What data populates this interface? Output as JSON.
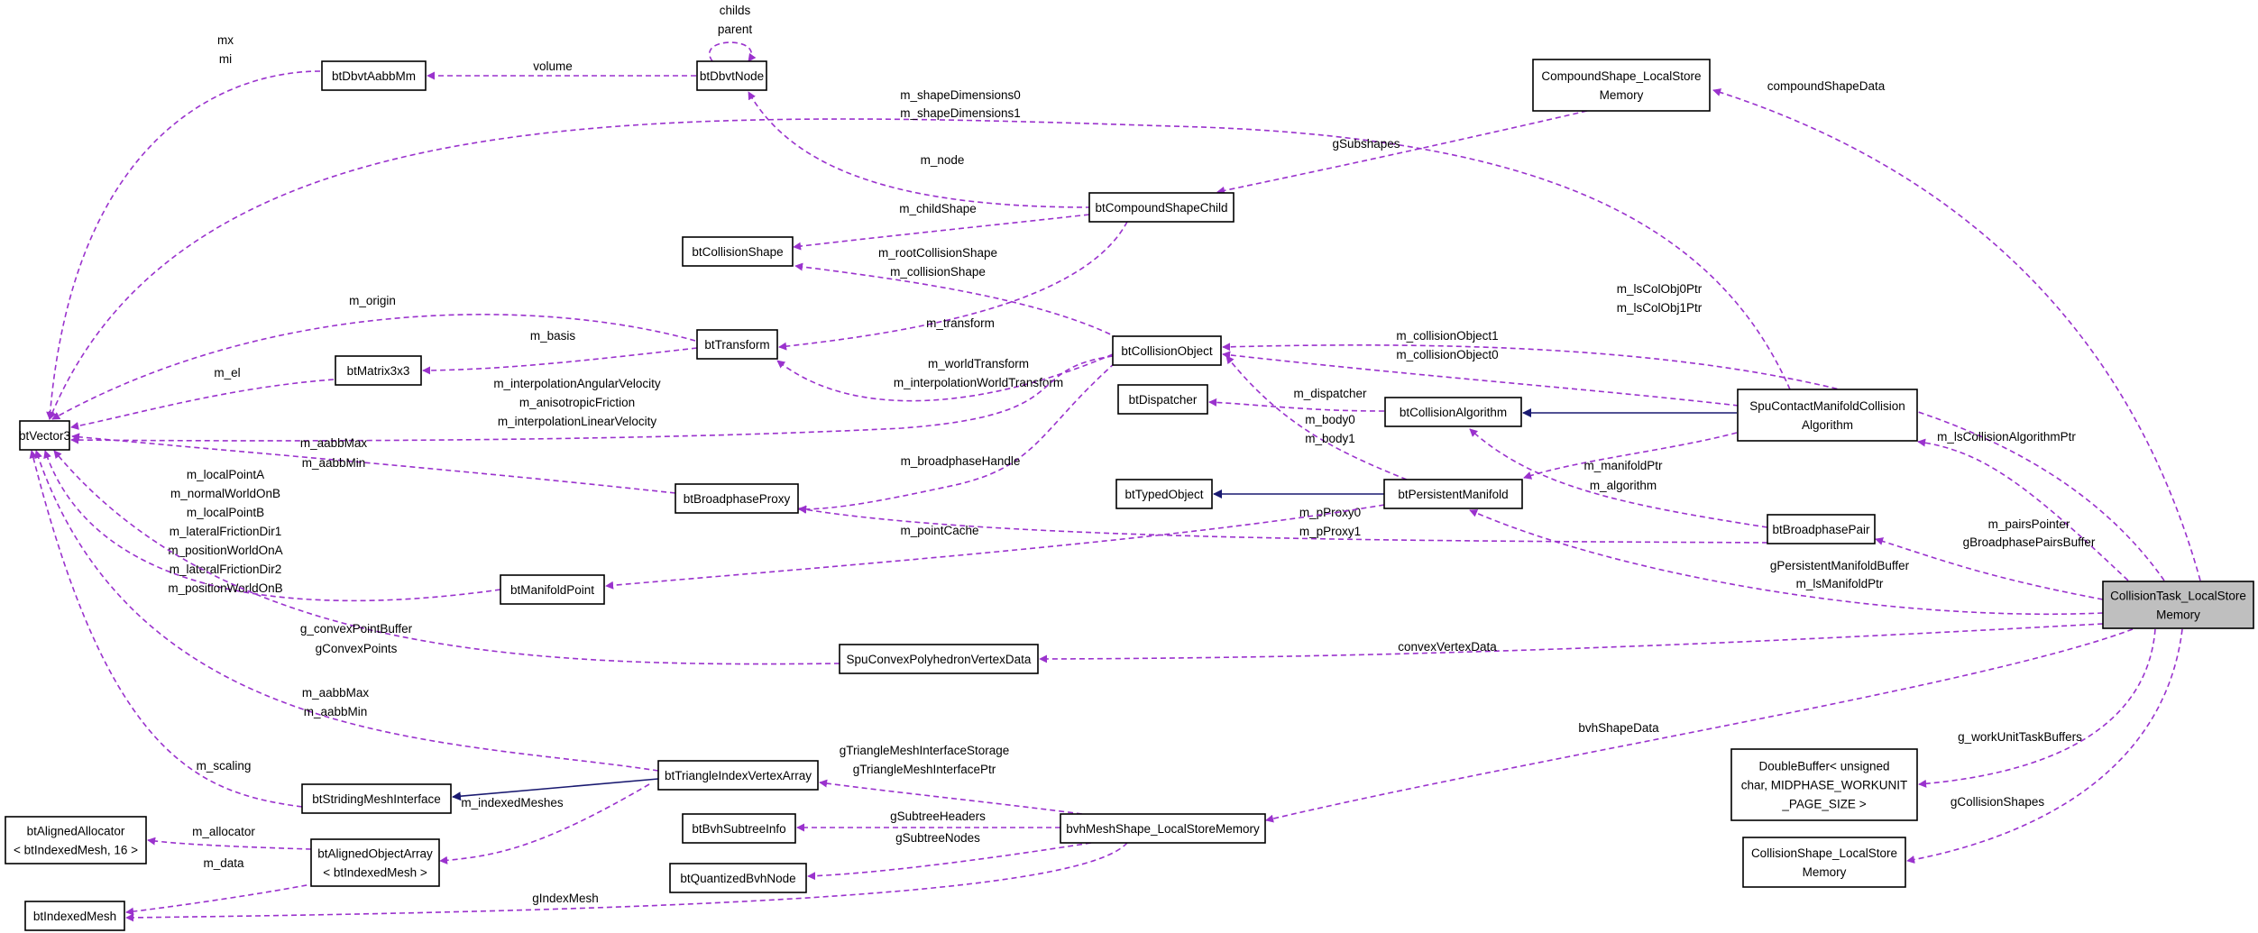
{
  "nodes": [
    {
      "id": "btVector3",
      "lines": [
        "btVector3"
      ]
    },
    {
      "id": "btDbvtAabbMm",
      "lines": [
        "btDbvtAabbMm"
      ]
    },
    {
      "id": "btDbvtNode",
      "lines": [
        "btDbvtNode"
      ]
    },
    {
      "id": "CompoundShape_LocalStoreMemory",
      "lines": [
        "CompoundShape_LocalStore",
        "Memory"
      ]
    },
    {
      "id": "btCompoundShapeChild",
      "lines": [
        "btCompoundShapeChild"
      ]
    },
    {
      "id": "btCollisionShape",
      "lines": [
        "btCollisionShape"
      ]
    },
    {
      "id": "btTransform",
      "lines": [
        "btTransform"
      ]
    },
    {
      "id": "btMatrix3x3",
      "lines": [
        "btMatrix3x3"
      ]
    },
    {
      "id": "btCollisionObject",
      "lines": [
        "btCollisionObject"
      ]
    },
    {
      "id": "btDispatcher",
      "lines": [
        "btDispatcher"
      ]
    },
    {
      "id": "btCollisionAlgorithm",
      "lines": [
        "btCollisionAlgorithm"
      ]
    },
    {
      "id": "SpuContactManifoldCollisionAlgorithm",
      "lines": [
        "SpuContactManifoldCollision",
        "Algorithm"
      ]
    },
    {
      "id": "btTypedObject",
      "lines": [
        "btTypedObject"
      ]
    },
    {
      "id": "btPersistentManifold",
      "lines": [
        "btPersistentManifold"
      ]
    },
    {
      "id": "btBroadphaseProxy",
      "lines": [
        "btBroadphaseProxy"
      ]
    },
    {
      "id": "btBroadphasePair",
      "lines": [
        "btBroadphasePair"
      ]
    },
    {
      "id": "btManifoldPoint",
      "lines": [
        "btManifoldPoint"
      ]
    },
    {
      "id": "CollisionTask_LocalStoreMemory",
      "lines": [
        "CollisionTask_LocalStore",
        "Memory"
      ]
    },
    {
      "id": "SpuConvexPolyhedronVertexData",
      "lines": [
        "SpuConvexPolyhedronVertexData"
      ]
    },
    {
      "id": "DoubleBuffer",
      "lines": [
        "DoubleBuffer< unsigned",
        "char, MIDPHASE_WORKUNIT",
        "_PAGE_SIZE >"
      ]
    },
    {
      "id": "CollisionShape_LocalStoreMemory",
      "lines": [
        "CollisionShape_LocalStore",
        "Memory"
      ]
    },
    {
      "id": "btStridingMeshInterface",
      "lines": [
        "btStridingMeshInterface"
      ]
    },
    {
      "id": "btTriangleIndexVertexArray",
      "lines": [
        "btTriangleIndexVertexArray"
      ]
    },
    {
      "id": "btAlignedAllocator",
      "lines": [
        "btAlignedAllocator",
        "< btIndexedMesh, 16 >"
      ]
    },
    {
      "id": "btAlignedObjectArray",
      "lines": [
        "btAlignedObjectArray",
        "< btIndexedMesh >"
      ]
    },
    {
      "id": "btBvhSubtreeInfo",
      "lines": [
        "btBvhSubtreeInfo"
      ]
    },
    {
      "id": "bvhMeshShape_LocalStoreMemory",
      "lines": [
        "bvhMeshShape_LocalStoreMemory"
      ]
    },
    {
      "id": "btQuantizedBvhNode",
      "lines": [
        "btQuantizedBvhNode"
      ]
    },
    {
      "id": "btIndexedMesh",
      "lines": [
        "btIndexedMesh"
      ]
    }
  ],
  "edges": [
    {
      "from": "btDbvtAabbMm",
      "to": "btVector3",
      "labels": [
        "mx",
        "mi"
      ],
      "style": "dashed"
    },
    {
      "from": "btDbvtNode",
      "to": "btDbvtAabbMm",
      "labels": [
        "volume"
      ],
      "style": "dashed"
    },
    {
      "from": "btDbvtNode",
      "to": "btDbvtNode",
      "labels": [
        "childs",
        "parent"
      ],
      "style": "dashed"
    },
    {
      "from": "btCompoundShapeChild",
      "to": "btDbvtNode",
      "labels": [
        "m_node"
      ],
      "style": "dashed"
    },
    {
      "from": "SpuContactManifoldCollisionAlgorithm",
      "to": "btVector3",
      "labels": [
        "m_shapeDimensions0",
        "m_shapeDimensions1"
      ],
      "style": "dashed"
    },
    {
      "from": "CompoundShape_LocalStoreMemory",
      "to": "btCompoundShapeChild",
      "labels": [
        "gSubshapes"
      ],
      "style": "dashed"
    },
    {
      "from": "CollisionTask_LocalStoreMemory",
      "to": "CompoundShape_LocalStoreMemory",
      "labels": [
        "compoundShapeData"
      ],
      "style": "dashed"
    },
    {
      "from": "btCompoundShapeChild",
      "to": "btCollisionShape",
      "labels": [
        "m_childShape"
      ],
      "style": "dashed"
    },
    {
      "from": "btCollisionObject",
      "to": "btCollisionShape",
      "labels": [
        "m_rootCollisionShape",
        "m_collisionShape"
      ],
      "style": "dashed"
    },
    {
      "from": "btTransform",
      "to": "btVector3",
      "labels": [
        "m_origin"
      ],
      "style": "dashed"
    },
    {
      "from": "btTransform",
      "to": "btMatrix3x3",
      "labels": [
        "m_basis"
      ],
      "style": "dashed"
    },
    {
      "from": "btCompoundShapeChild",
      "to": "btTransform",
      "labels": [
        "m_transform"
      ],
      "style": "dashed"
    },
    {
      "from": "btMatrix3x3",
      "to": "btVector3",
      "labels": [
        "m_el"
      ],
      "style": "dashed"
    },
    {
      "from": "btCollisionObject",
      "to": "btTransform",
      "labels": [
        "m_worldTransform",
        "m_interpolationWorldTransform"
      ],
      "style": "dashed"
    },
    {
      "from": "btCollisionObject",
      "to": "btVector3",
      "labels": [
        "m_interpolationAngularVelocity",
        "m_anisotropicFriction",
        "m_interpolationLinearVelocity"
      ],
      "style": "dashed"
    },
    {
      "from": "CollisionTask_LocalStoreMemory",
      "to": "btCollisionObject",
      "labels": [
        "m_lsColObj0Ptr",
        "m_lsColObj1Ptr"
      ],
      "style": "dashed"
    },
    {
      "from": "SpuContactManifoldCollisionAlgorithm",
      "to": "btCollisionObject",
      "labels": [
        "m_collisionObject1",
        "m_collisionObject0"
      ],
      "style": "dashed"
    },
    {
      "from": "btCollisionAlgorithm",
      "to": "btDispatcher",
      "labels": [
        "m_dispatcher"
      ],
      "style": "dashed"
    },
    {
      "from": "SpuContactManifoldCollisionAlgorithm",
      "to": "btCollisionAlgorithm",
      "labels": [],
      "style": "solid"
    },
    {
      "from": "btPersistentManifold",
      "to": "btCollisionObject",
      "labels": [
        "m_body0",
        "m_body1"
      ],
      "style": "dashed"
    },
    {
      "from": "SpuContactManifoldCollisionAlgorithm",
      "to": "btPersistentManifold",
      "labels": [
        "m_manifoldPtr"
      ],
      "style": "dashed"
    },
    {
      "from": "CollisionTask_LocalStoreMemory",
      "to": "SpuContactManifoldCollisionAlgorithm",
      "labels": [
        "m_lsCollisionAlgorithmPtr"
      ],
      "style": "dashed"
    },
    {
      "from": "btPersistentManifold",
      "to": "btTypedObject",
      "labels": [],
      "style": "solid"
    },
    {
      "from": "btBroadphaseProxy",
      "to": "btVector3",
      "labels": [
        "m_aabbMax",
        "m_aabbMin"
      ],
      "style": "dashed"
    },
    {
      "from": "btCollisionObject",
      "to": "btBroadphaseProxy",
      "labels": [
        "m_broadphaseHandle"
      ],
      "style": "dashed"
    },
    {
      "from": "btBroadphasePair",
      "to": "btCollisionAlgorithm",
      "labels": [
        "m_algorithm"
      ],
      "style": "dashed"
    },
    {
      "from": "btBroadphasePair",
      "to": "btBroadphaseProxy",
      "labels": [
        "m_pProxy0",
        "m_pProxy1"
      ],
      "style": "dashed"
    },
    {
      "from": "btPersistentManifold",
      "to": "btManifoldPoint",
      "labels": [
        "m_pointCache"
      ],
      "style": "dashed"
    },
    {
      "from": "CollisionTask_LocalStoreMemory",
      "to": "btBroadphasePair",
      "labels": [
        "m_pairsPointer",
        "gBroadphasePairsBuffer"
      ],
      "style": "dashed"
    },
    {
      "from": "CollisionTask_LocalStoreMemory",
      "to": "btPersistentManifold",
      "labels": [
        "gPersistentManifoldBuffer",
        "m_lsManifoldPtr"
      ],
      "style": "dashed"
    },
    {
      "from": "btManifoldPoint",
      "to": "btVector3",
      "labels": [
        "m_localPointA",
        "m_normalWorldOnB",
        "m_localPointB",
        "m_lateralFrictionDir1",
        "m_positionWorldOnA",
        "m_lateralFrictionDir2",
        "m_positionWorldOnB"
      ],
      "style": "dashed"
    },
    {
      "from": "SpuConvexPolyhedronVertexData",
      "to": "btVector3",
      "labels": [
        "g_convexPointBuffer",
        "gConvexPoints"
      ],
      "style": "dashed"
    },
    {
      "from": "CollisionTask_LocalStoreMemory",
      "to": "SpuConvexPolyhedronVertexData",
      "labels": [
        "convexVertexData"
      ],
      "style": "dashed"
    },
    {
      "from": "btTriangleIndexVertexArray",
      "to": "btVector3",
      "labels": [
        "m_aabbMax",
        "m_aabbMin"
      ],
      "style": "dashed"
    },
    {
      "from": "CollisionTask_LocalStoreMemory",
      "to": "bvhMeshShape_LocalStoreMemory",
      "labels": [
        "bvhShapeData"
      ],
      "style": "dashed"
    },
    {
      "from": "CollisionTask_LocalStoreMemory",
      "to": "DoubleBuffer",
      "labels": [
        "g_workUnitTaskBuffers"
      ],
      "style": "dashed"
    },
    {
      "from": "CollisionTask_LocalStoreMemory",
      "to": "CollisionShape_LocalStoreMemory",
      "labels": [
        "gCollisionShapes"
      ],
      "style": "dashed"
    },
    {
      "from": "btStridingMeshInterface",
      "to": "btVector3",
      "labels": [
        "m_scaling"
      ],
      "style": "dashed"
    },
    {
      "from": "btTriangleIndexVertexArray",
      "to": "btStridingMeshInterface",
      "labels": [],
      "style": "solid"
    },
    {
      "from": "bvhMeshShape_LocalStoreMemory",
      "to": "btTriangleIndexVertexArray",
      "labels": [
        "gTriangleMeshInterfaceStorage",
        "gTriangleMeshInterfacePtr"
      ],
      "style": "dashed"
    },
    {
      "from": "btTriangleIndexVertexArray",
      "to": "btAlignedObjectArray",
      "labels": [
        "m_indexedMeshes"
      ],
      "style": "dashed"
    },
    {
      "from": "btAlignedObjectArray",
      "to": "btAlignedAllocator",
      "labels": [
        "m_allocator"
      ],
      "style": "dashed"
    },
    {
      "from": "btAlignedObjectArray",
      "to": "btIndexedMesh",
      "labels": [
        "m_data"
      ],
      "style": "dashed"
    },
    {
      "from": "bvhMeshShape_LocalStoreMemory",
      "to": "btBvhSubtreeInfo",
      "labels": [
        "gSubtreeHeaders"
      ],
      "style": "dashed"
    },
    {
      "from": "bvhMeshShape_LocalStoreMemory",
      "to": "btQuantizedBvhNode",
      "labels": [
        "gSubtreeNodes"
      ],
      "style": "dashed"
    },
    {
      "from": "bvhMeshShape_LocalStoreMemory",
      "to": "btIndexedMesh",
      "labels": [
        "gIndexMesh"
      ],
      "style": "dashed"
    }
  ],
  "colors": {
    "dashed_edge": "#9a32cd",
    "solid_edge": "#191970",
    "highlight_fill": "#bfbfbf",
    "node_border": "#000000",
    "text": "#000000"
  },
  "highlighted_node": "CollisionTask_LocalStoreMemory"
}
